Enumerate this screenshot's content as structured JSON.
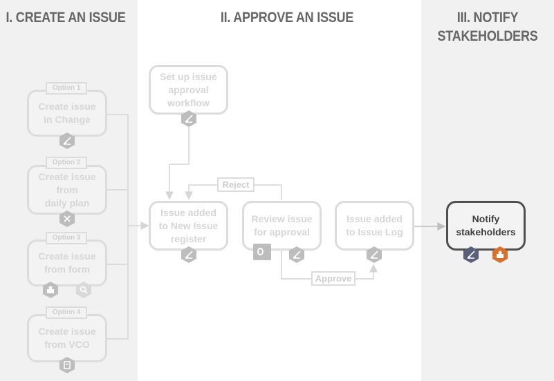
{
  "phases": {
    "p1": "I. CREATE AN ISSUE",
    "p2": "II. APPROVE AN ISSUE",
    "p3_line1": "III. NOTIFY",
    "p3_line2": "STAKEHOLDERS"
  },
  "create": {
    "options": [
      {
        "tag": "Option 1",
        "line1": "Create issue",
        "line2": "in Change",
        "line3": ""
      },
      {
        "tag": "Option 2",
        "line1": "Create issue",
        "line2": "from",
        "line3": "daily plan"
      },
      {
        "tag": "Option 3",
        "line1": "Create issue",
        "line2": "from form",
        "line3": ""
      },
      {
        "tag": "Option 4",
        "line1": "Create issue",
        "line2": "from VCO",
        "line3": ""
      }
    ]
  },
  "approve": {
    "setup": {
      "line1": "Set up issue",
      "line2": "approval",
      "line3": "workflow"
    },
    "added_new": {
      "line1": "Issue added",
      "line2": "to New Issue",
      "line3": "register"
    },
    "review": {
      "line1": "Review issue",
      "line2": "for approval"
    },
    "added_log": {
      "line1": "Issue added",
      "line2": "to Issue Log"
    },
    "reject_label": "Reject",
    "approve_label": "Approve"
  },
  "notify": {
    "line1": "Notify",
    "line2": "stakeholders"
  },
  "colors": {
    "accent_orange": "#d9702b",
    "accent_navy": "#5a5f7a",
    "active_border": "#4f4f4f",
    "faded": "#dcdcdc"
  }
}
